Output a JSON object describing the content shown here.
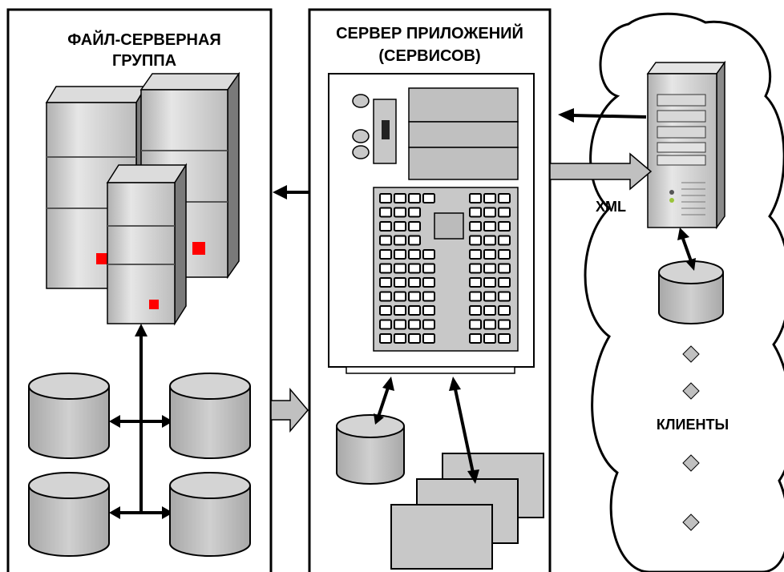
{
  "panels": {
    "file_server_group": {
      "title_line1": "ФАЙЛ-СЕРВЕРНАЯ",
      "title_line2": "ГРУППА"
    },
    "app_server": {
      "title_line1": "СЕРВЕР ПРИЛОЖЕНИЙ",
      "title_line2": "(СЕРВИСОВ)"
    }
  },
  "labels": {
    "xml": "XML",
    "clients": "КЛИЕНТЫ"
  },
  "colors": {
    "stroke": "#000000",
    "server_body": "#c8c8c8",
    "server_side": "#888888",
    "db_fill": "#c0c0c0",
    "led": "#ff0000",
    "gray_arrow": "#c0c0c0"
  }
}
